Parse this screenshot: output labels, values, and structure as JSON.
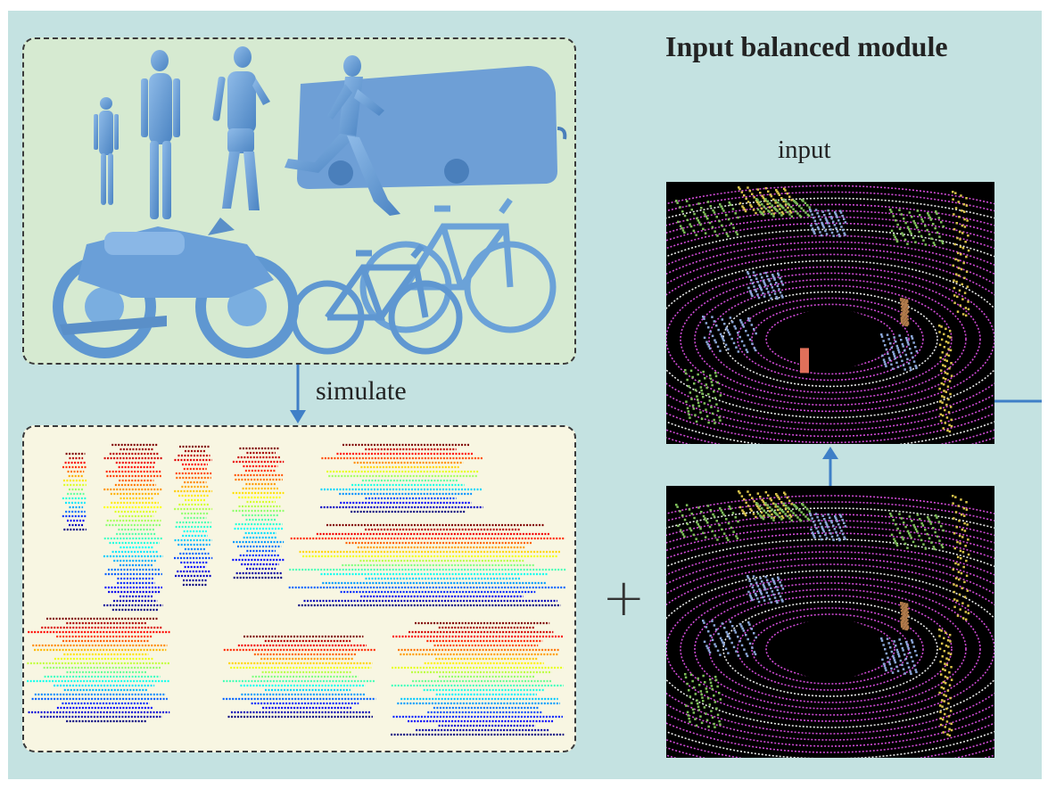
{
  "title": "Input balanced module",
  "labels": {
    "input": "input",
    "simulate": "simulate",
    "plus": "+"
  },
  "colors": {
    "panel_bg": "#c4e2e1",
    "model_blue": "#5f97d1",
    "arrow_blue": "#3f7fc7",
    "ground_magenta": "#d04ad6"
  },
  "model_icons": [
    "child-figure",
    "standing-man-figure",
    "walking-man-figure",
    "running-man-figure",
    "bus-model",
    "motorcycle-model",
    "bicycle-model",
    "bicycle-model"
  ],
  "point_cloud_icons": [
    "child-points",
    "man-points",
    "walker-points",
    "runner-points",
    "bus-points",
    "bike-points",
    "bike-points",
    "bike-points",
    "motorcycle-points"
  ]
}
